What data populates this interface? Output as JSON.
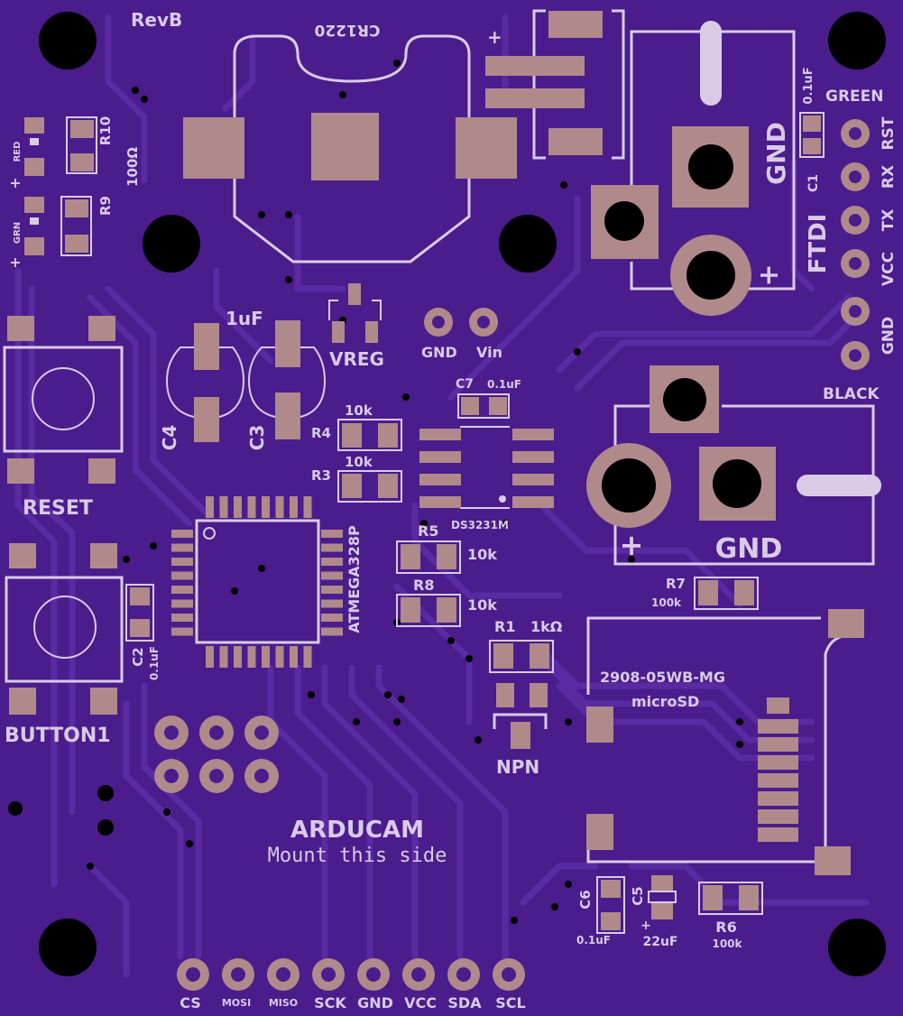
{
  "board": {
    "revision": "RevB",
    "battery": "CR1220",
    "plus_sign": "+",
    "colors": {
      "substrate": "#4a1c8c",
      "trace": "#5a2aa2",
      "copper": "#b08a8a",
      "silkscreen": "#d9cbe6",
      "hole": "#000000"
    }
  },
  "labels": {
    "led_red": "RED",
    "led_grn": "GRN",
    "plus": "+",
    "r10": "R10",
    "r10_value": "100Ω",
    "r9": "R9",
    "c4_c3_value": "1uF",
    "c4": "C4",
    "c3": "C3",
    "vreg": "VREG",
    "gnd": "GND",
    "vin": "Vin",
    "c7": "C7",
    "c7_value": "0.1uF",
    "r4": "R4",
    "r4_value": "10k",
    "r3": "R3",
    "r3_value": "10k",
    "ds3231m": "DS3231M",
    "ftdi": "FTDI",
    "c1": "C1",
    "c1_value": "0.1uF",
    "ftdi_gnd": "GND",
    "ftdi_plus": "+",
    "green": "GREEN",
    "black": "BLACK",
    "pin_rst": "RST",
    "pin_rx": "RX",
    "pin_tx": "TX",
    "pin_vcc": "VCC",
    "pin_gnd": "GND",
    "power_gnd": "GND",
    "power_plus": "+",
    "reset": "RESET",
    "button1": "BUTTON1",
    "c2": "C2",
    "c2_value": "0.1uF",
    "atmega": "ATMEGA328P",
    "r5": "R5",
    "r5_value": "10k",
    "r8": "R8",
    "r8_value": "10k",
    "r7": "R7",
    "r7_value": "100k",
    "r1": "R1",
    "r1_value": "1kΩ",
    "npn": "NPN",
    "sd_part": "2908-05WB-MG",
    "sd_name": "microSD",
    "arducam": "ARDUCAM",
    "mount": "Mount this side",
    "c6": "C6",
    "c6_value": "0.1uF",
    "c5": "C5",
    "c5_value": "22uF",
    "r6": "R6",
    "r6_value": "100k",
    "header_pins": [
      "CS",
      "MOSI",
      "MISO",
      "SCK",
      "GND",
      "VCC",
      "SDA",
      "SCL"
    ]
  }
}
